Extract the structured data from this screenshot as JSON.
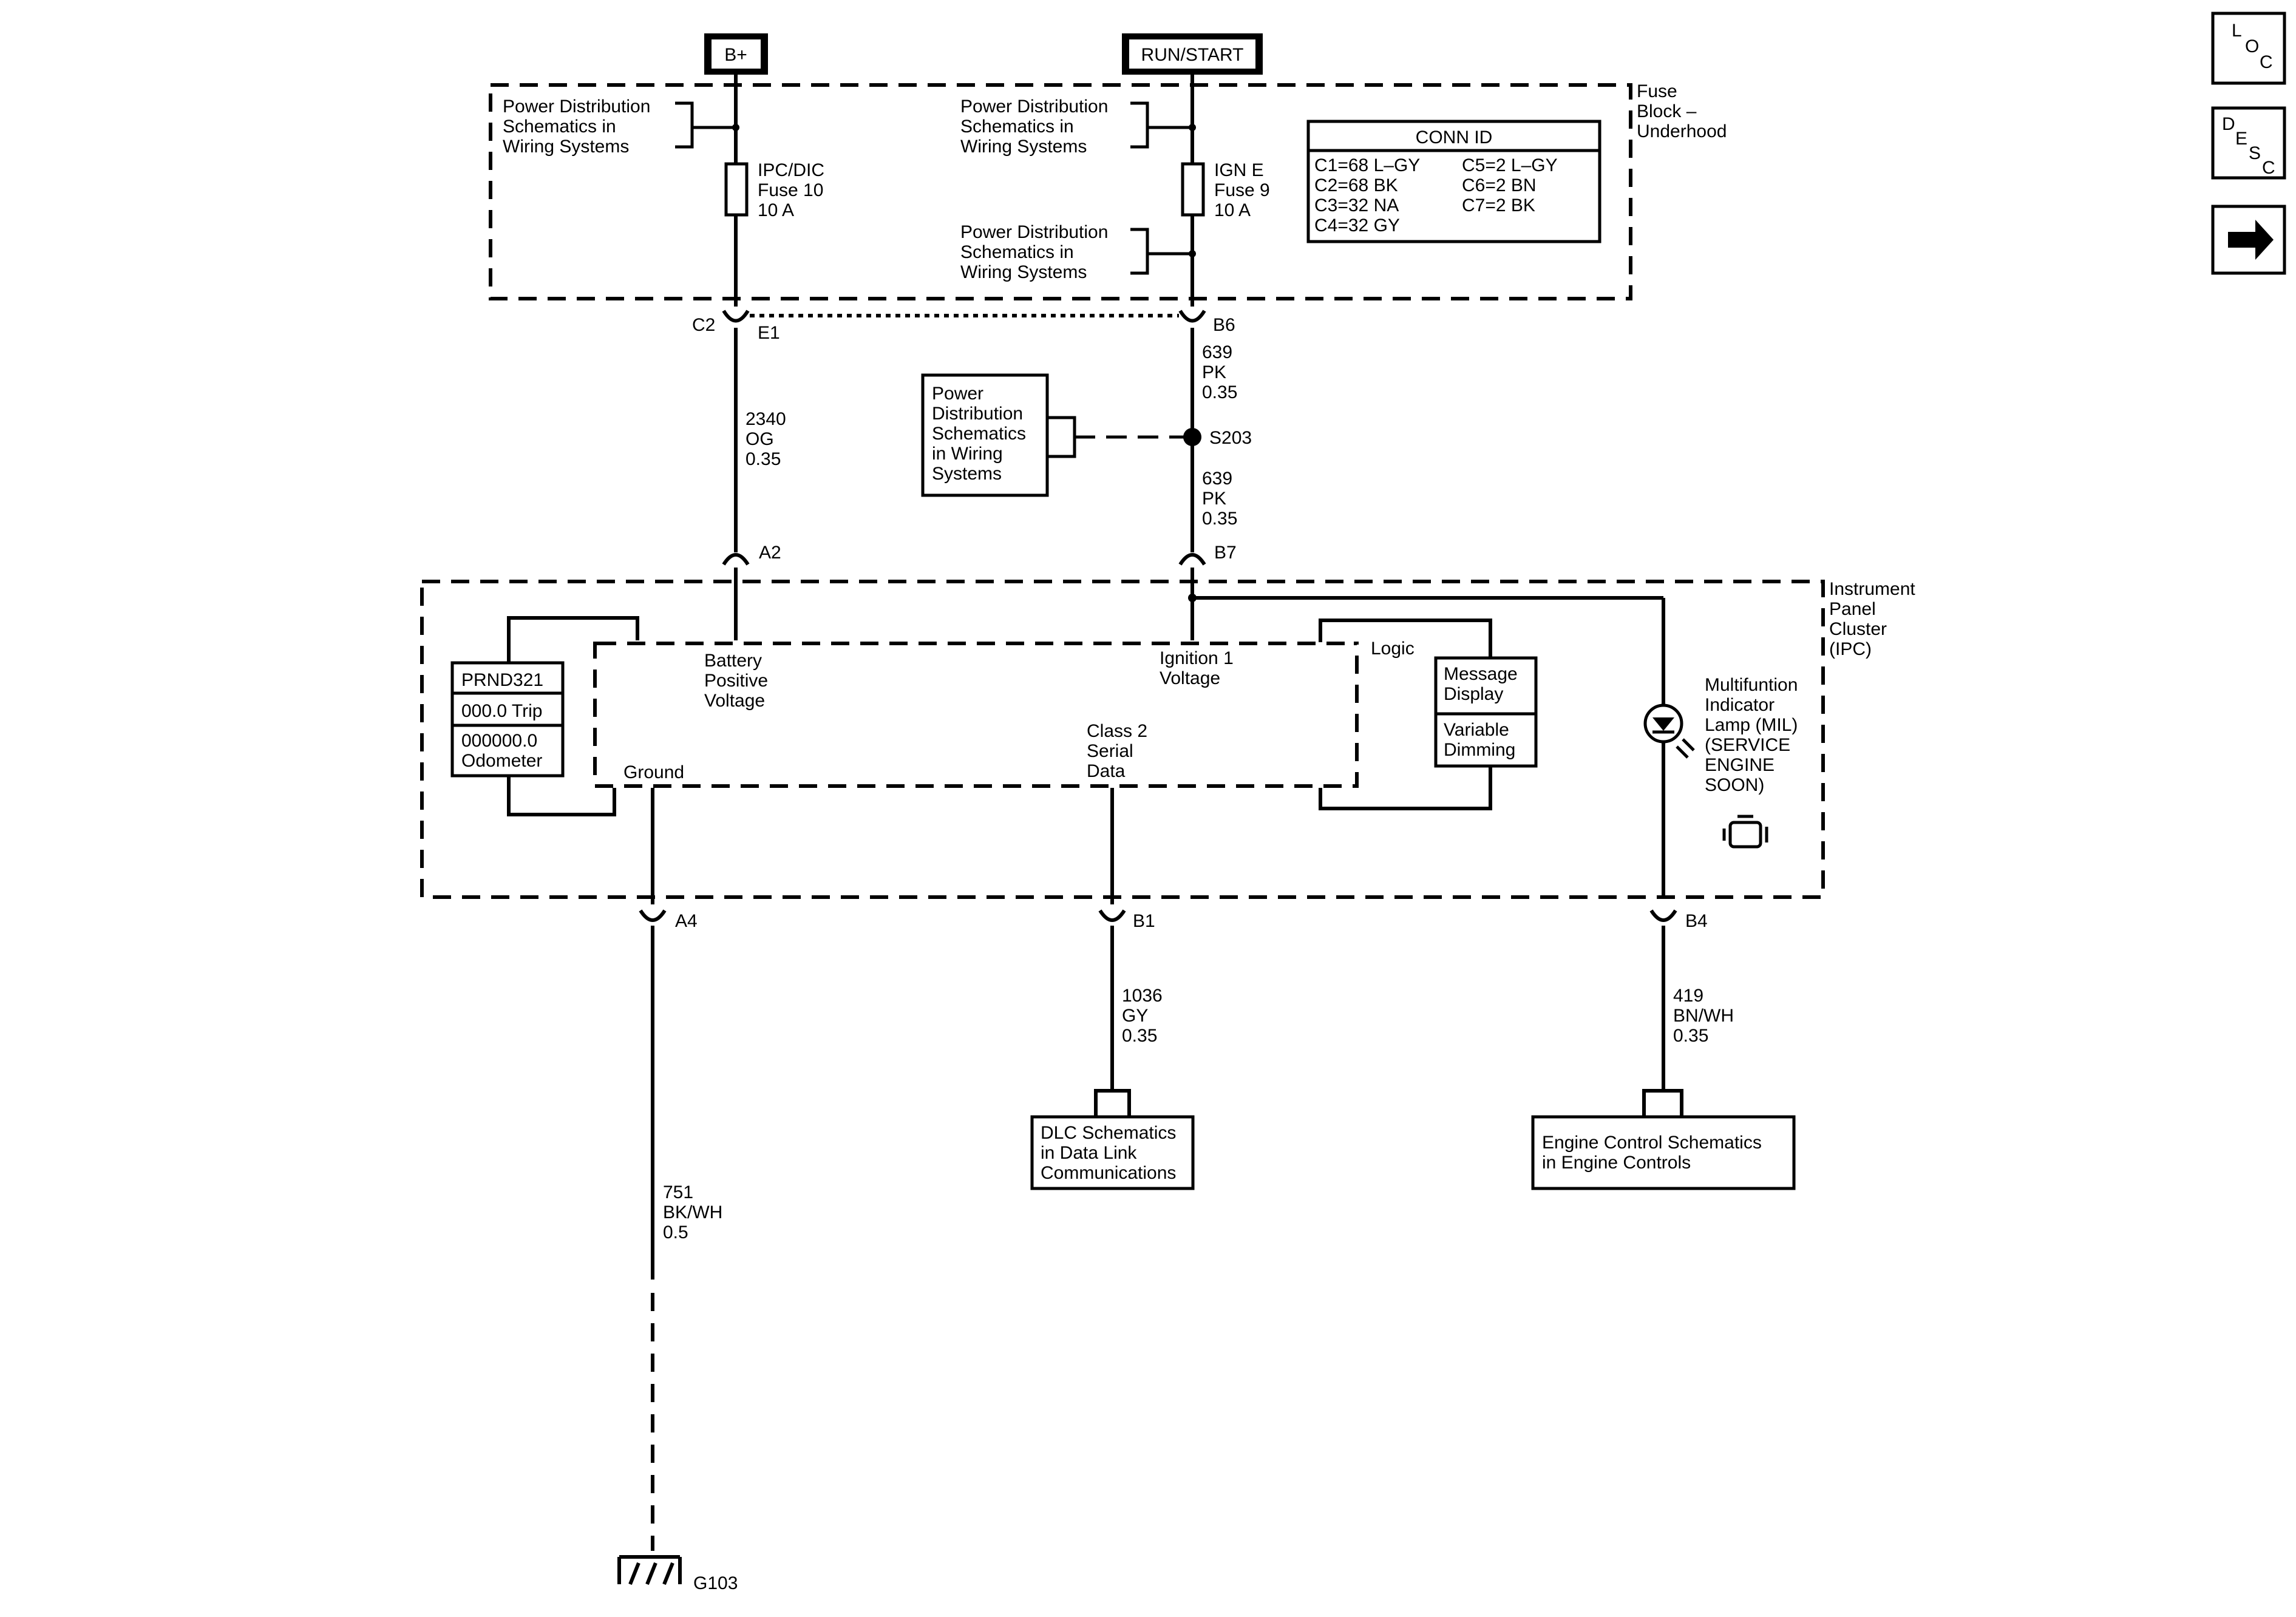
{
  "sources": {
    "bplus": "B+",
    "runstart": "RUN/START"
  },
  "fuse_block": {
    "label": [
      "Fuse",
      "Block –",
      "Underhood"
    ]
  },
  "pd_ref": [
    "Power Distribution",
    "Schematics in",
    "Wiring Systems"
  ],
  "pd_ref_s203": [
    "Power",
    "Distribution",
    "Schematics",
    "in Wiring",
    "Systems"
  ],
  "fuse10": [
    "IPC/DIC",
    "Fuse 10",
    "10 A"
  ],
  "fuse9": [
    "IGN E",
    "Fuse 9",
    "10 A"
  ],
  "conn_id": {
    "title": "CONN ID",
    "left": [
      "C1=68 L–GY",
      "C2=68 BK",
      "C3=32 NA",
      "C4=32 GY"
    ],
    "right": [
      "C5=2 L–GY",
      "C6=2 BN",
      "C7=2 BK"
    ]
  },
  "connectors": {
    "c2": "C2",
    "e1": "E1",
    "b6": "B6",
    "a2": "A2",
    "b7": "B7",
    "a4": "A4",
    "b1": "B1",
    "b4": "B4",
    "s203": "S203",
    "g103": "G103"
  },
  "wires": {
    "w2340": [
      "2340",
      "OG",
      "0.35"
    ],
    "w639a": [
      "639",
      "PK",
      "0.35"
    ],
    "w639b": [
      "639",
      "PK",
      "0.35"
    ],
    "w1036": [
      "1036",
      "GY",
      "0.35"
    ],
    "w419": [
      "419",
      "BN/WH",
      "0.35"
    ],
    "w751": [
      "751",
      "BK/WH",
      "0.5"
    ]
  },
  "ipc": {
    "label": [
      "Instrument",
      "Panel",
      "Cluster",
      "(IPC)"
    ],
    "battery": [
      "Battery",
      "Positive",
      "Voltage"
    ],
    "ignition": [
      "Ignition 1",
      "Voltage"
    ],
    "logic": "Logic",
    "class2": [
      "Class 2",
      "Serial",
      "Data"
    ],
    "ground": "Ground",
    "display": {
      "prnd": "PRND321",
      "trip": "000.0 Trip",
      "odo": [
        "000000.0",
        "Odometer"
      ]
    },
    "message": [
      "Message",
      "Display"
    ],
    "dimming": [
      "Variable",
      "Dimming"
    ],
    "mil": [
      "Multifuntion",
      "Indicator",
      "Lamp (MIL)",
      "(SERVICE",
      "ENGINE",
      "SOON)"
    ]
  },
  "dlc": [
    "DLC Schematics",
    "in Data Link",
    "Communications"
  ],
  "ecm": [
    "Engine Control Schematics",
    "in Engine Controls"
  ],
  "nav": {
    "loc": {
      "a": "L",
      "b": "O",
      "c": "C"
    },
    "desc": {
      "a": "D",
      "b": "E",
      "c": "S",
      "d": "C"
    },
    "next_icon": "arrow-right-icon"
  }
}
